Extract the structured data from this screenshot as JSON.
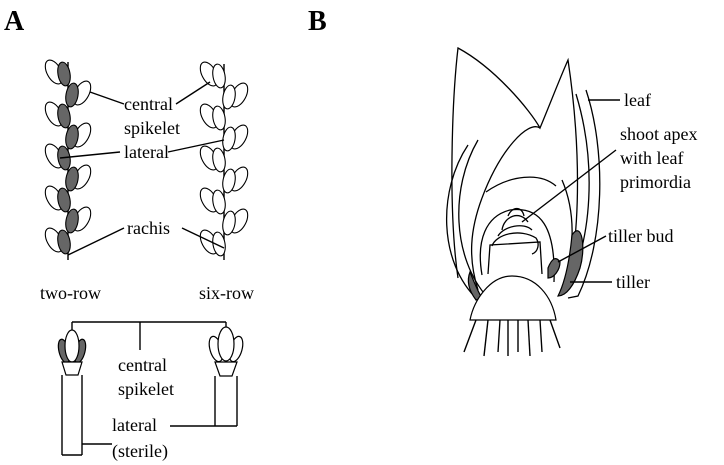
{
  "panels": {
    "a": {
      "letter": "A",
      "labels": {
        "central": "central",
        "spikelet": "spikelet",
        "lateral": "lateral",
        "rachis": "rachis",
        "two_row": "two-row",
        "six_row": "six-row",
        "central_bottom": "central",
        "spikelet_bottom": "spikelet",
        "lateral_bottom": "lateral",
        "sterile": "(sterile)"
      }
    },
    "b": {
      "letter": "B",
      "labels": {
        "leaf": "leaf",
        "shoot_apex": "shoot apex",
        "with_leaf": "with leaf",
        "primordia": "primordia",
        "tiller_bud": "tiller bud",
        "tiller": "tiller"
      }
    }
  },
  "colors": {
    "shade": "#666666",
    "line": "#000000",
    "background": "#ffffff"
  }
}
